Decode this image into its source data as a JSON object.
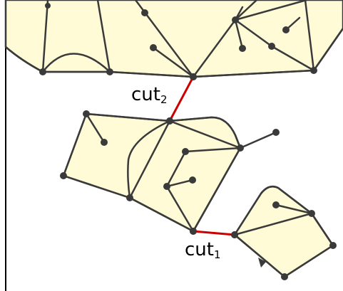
{
  "labels": {
    "cut1": {
      "main": "cut",
      "sub": "1"
    },
    "cut2": {
      "main": "cut",
      "sub": "2"
    }
  },
  "colors": {
    "face_fill": "#fffbd6",
    "edge": "#3a3a3a",
    "cut_edge": "#cc0000",
    "frame": "#000000"
  }
}
